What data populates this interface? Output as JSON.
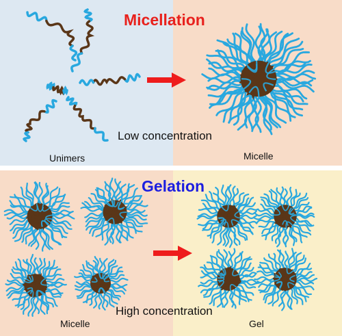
{
  "titles": {
    "top": "Micellation",
    "bottom": "Gelation"
  },
  "stage_labels": {
    "unimers": "Unimers",
    "micelle_top": "Micelle",
    "micelle_bottom": "Micelle",
    "gel": "Gel"
  },
  "conditions": {
    "low": "Low concentration",
    "high": "High concentration"
  },
  "colors": {
    "title_top": "#e8211d",
    "title_bottom": "#1c1ee0",
    "panel_unimers": "#dde8f2",
    "panel_micelle": "#f8dcc8",
    "panel_micelles": "#f8dcc8",
    "panel_gel": "#faefc9",
    "corona_chain": "#29a8df",
    "core_chain": "#5a3618",
    "arrow": "#ee1c1c"
  }
}
